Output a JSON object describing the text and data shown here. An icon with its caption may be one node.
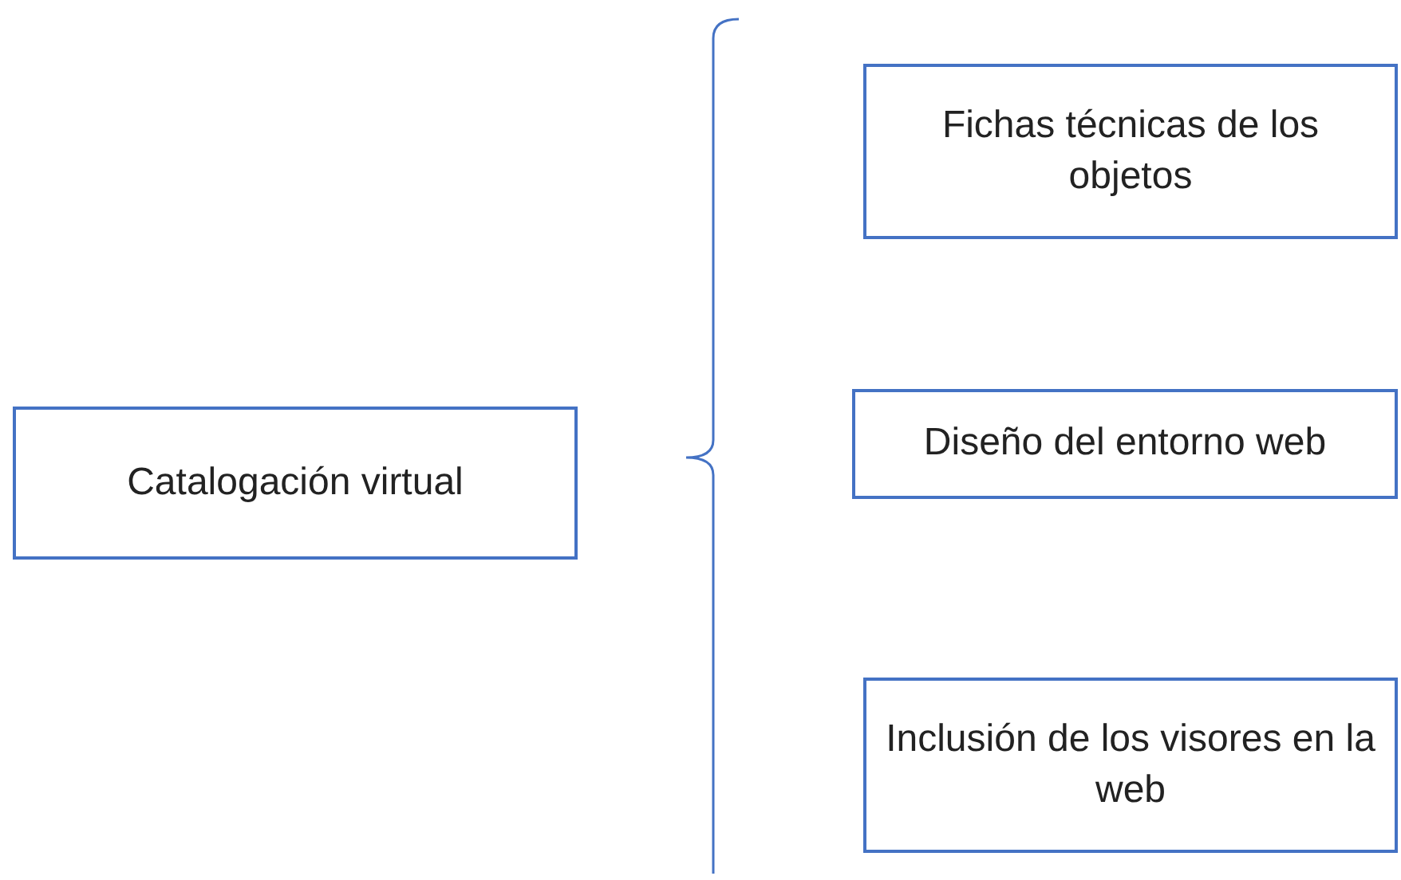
{
  "diagram": {
    "nodes": [
      {
        "text": [
          "Catalogación virtual"
        ]
      },
      {
        "text": [
          "Fichas técnicas de los objetos"
        ]
      },
      {
        "text": [
          "Diseño del entorno web"
        ]
      },
      {
        "text": [
          "Inclusión de los visores en la web"
        ]
      }
    ]
  }
}
